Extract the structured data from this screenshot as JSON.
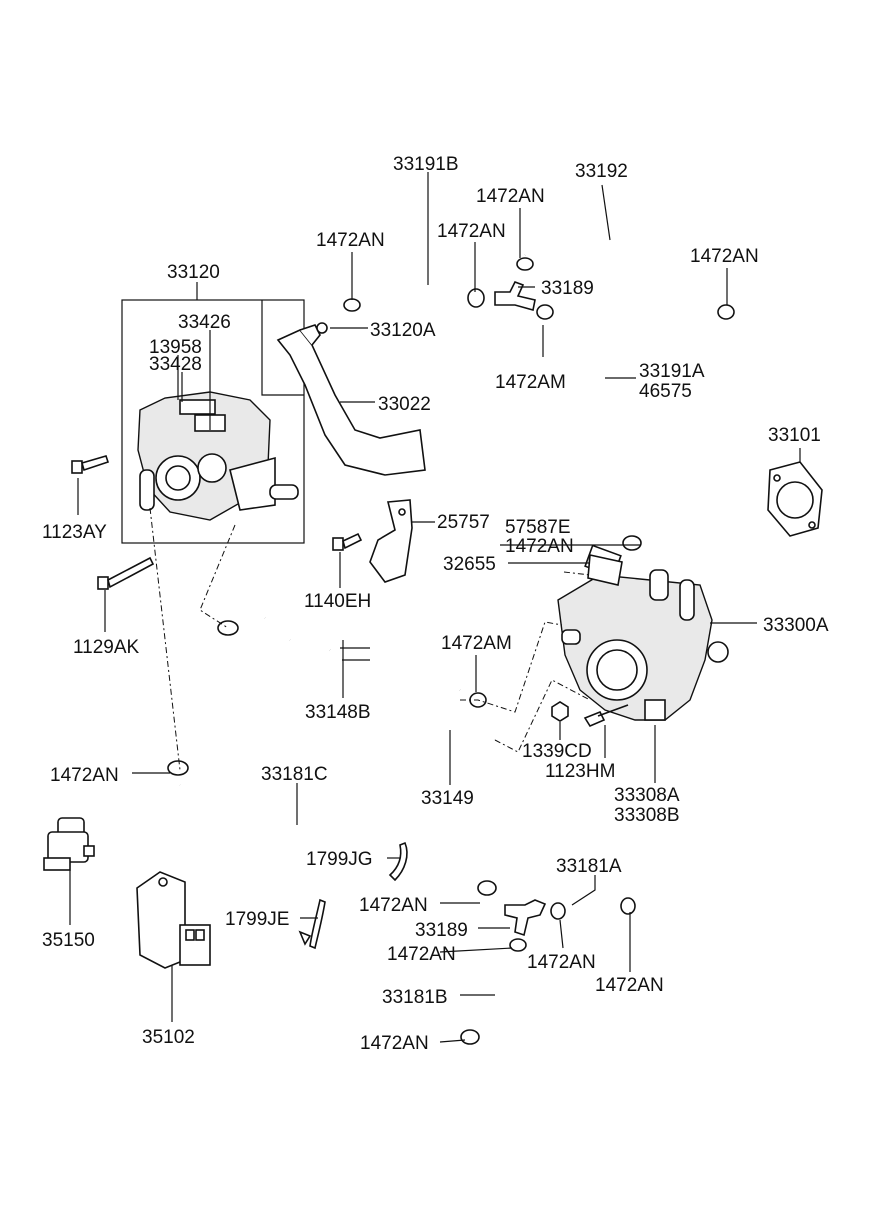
{
  "diagram": {
    "labels": {
      "p33191B": "33191B",
      "p33192": "33192",
      "p1472AN_a": "1472AN",
      "p1472AN_b": "1472AN",
      "p1472AN_c": "1472AN",
      "p1472AN_d": "1472AN",
      "p33189_top": "33189",
      "p33120": "33120",
      "p33120A": "33120A",
      "p33426": "33426",
      "p13958": "13958",
      "p33428": "33428",
      "p1472AM_top": "1472AM",
      "p33191A": "33191A",
      "p46575": "46575",
      "p33022": "33022",
      "p33101": "33101",
      "p1123AY": "1123AY",
      "p25757": "25757",
      "p57587E": "57587E",
      "p1472AN_e": "1472AN",
      "p32655": "32655",
      "p1140EH": "1140EH",
      "p1129AK": "1129AK",
      "p1472AM_mid": "1472AM",
      "p33300A": "33300A",
      "p33148B": "33148B",
      "p1339CD": "1339CD",
      "p1123HM": "1123HM",
      "p1472AN_f": "1472AN",
      "p33181C": "33181C",
      "p33149": "33149",
      "p33308A": "33308A",
      "p33308B": "33308B",
      "p1799JG": "1799JG",
      "p33181A": "33181A",
      "p1472AN_g": "1472AN",
      "p1799JE": "1799JE",
      "p33189_bot": "33189",
      "p1472AN_h": "1472AN",
      "p1472AN_i": "1472AN",
      "p1472AN_j": "1472AN",
      "p35150": "35150",
      "p33181B": "33181B",
      "p35102": "35102",
      "p1472AN_k": "1472AN"
    }
  }
}
